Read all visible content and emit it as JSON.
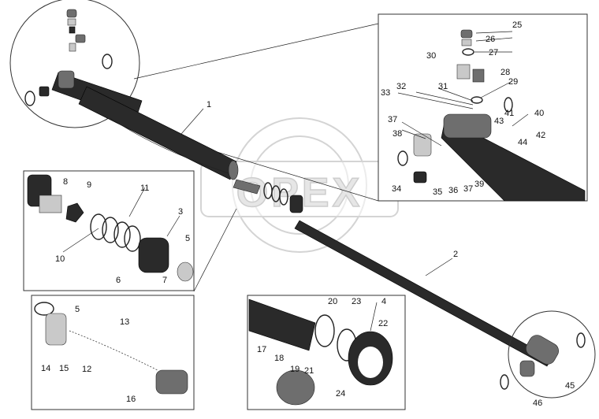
{
  "watermark": "OPEX",
  "callouts": [
    "1",
    "2",
    "3",
    "4",
    "5",
    "5",
    "6",
    "7",
    "8",
    "9",
    "10",
    "11",
    "12",
    "13",
    "14",
    "15",
    "16",
    "17",
    "18",
    "19",
    "20",
    "21",
    "22",
    "23",
    "24",
    "25",
    "26",
    "27",
    "28",
    "29",
    "30",
    "31",
    "32",
    "33",
    "34",
    "35",
    "36",
    "37",
    "37",
    "38",
    "39",
    "40",
    "41",
    "42",
    "43",
    "44",
    "45",
    "46"
  ]
}
